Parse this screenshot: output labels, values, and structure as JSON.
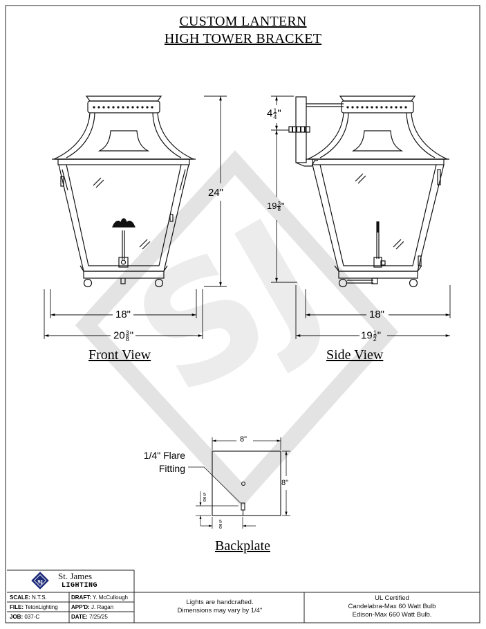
{
  "title": {
    "line1": "CUSTOM LANTERN",
    "line2": "HIGH TOWER BRACKET"
  },
  "views": {
    "front": "Front View",
    "side": "Side View",
    "backplate": "Backplate"
  },
  "dimensions": {
    "front_height": "24\"",
    "front_width": "18\"",
    "front_overall": "20",
    "front_overall_frac_num": "3",
    "front_overall_frac_den": "8",
    "side_top": "4",
    "side_top_num": "1",
    "side_top_den": "4",
    "side_body": "19",
    "side_body_num": "3",
    "side_body_den": "8",
    "side_width": "18\"",
    "side_overall": "19",
    "side_overall_num": "1",
    "side_overall_den": "2",
    "backplate_width": "8\"",
    "backplate_height": "8\"",
    "fitting_v_num": "5",
    "fitting_v_den": "8",
    "fitting_h_num": "5",
    "fitting_h_den": "8",
    "inch_mark": "\""
  },
  "callout": {
    "line1": "1/4\" Flare",
    "line2": "Fitting"
  },
  "watermark": "SJ",
  "title_block": {
    "company_line1": "St. James",
    "company_line2": "LIGHTING",
    "scale_label": "SCALE:",
    "scale_value": "N.T.S.",
    "draft_label": "DRAFT:",
    "draft_value": "Y. McCullough",
    "file_label": "FILE:",
    "file_value": "TetonLighting",
    "appd_label": "APP'D:",
    "appd_value": "J. Ragan",
    "job_label": "JOB:",
    "job_value": "037-C",
    "date_label": "DATE:",
    "date_value": "7/25/25"
  },
  "notes": {
    "handcrafted_line1": "Lights are handcrafted.",
    "handcrafted_line2": "Dimensions may vary by 1/4\"",
    "ul_line1": "UL Certified",
    "ul_line2": "Candelabra-Max 60 Watt Bulb",
    "ul_line3": "Edison-Max 660 Watt Bulb."
  },
  "colors": {
    "line": "#111111",
    "watermark": "#e6e6e6",
    "logo": "#1c2a78"
  }
}
